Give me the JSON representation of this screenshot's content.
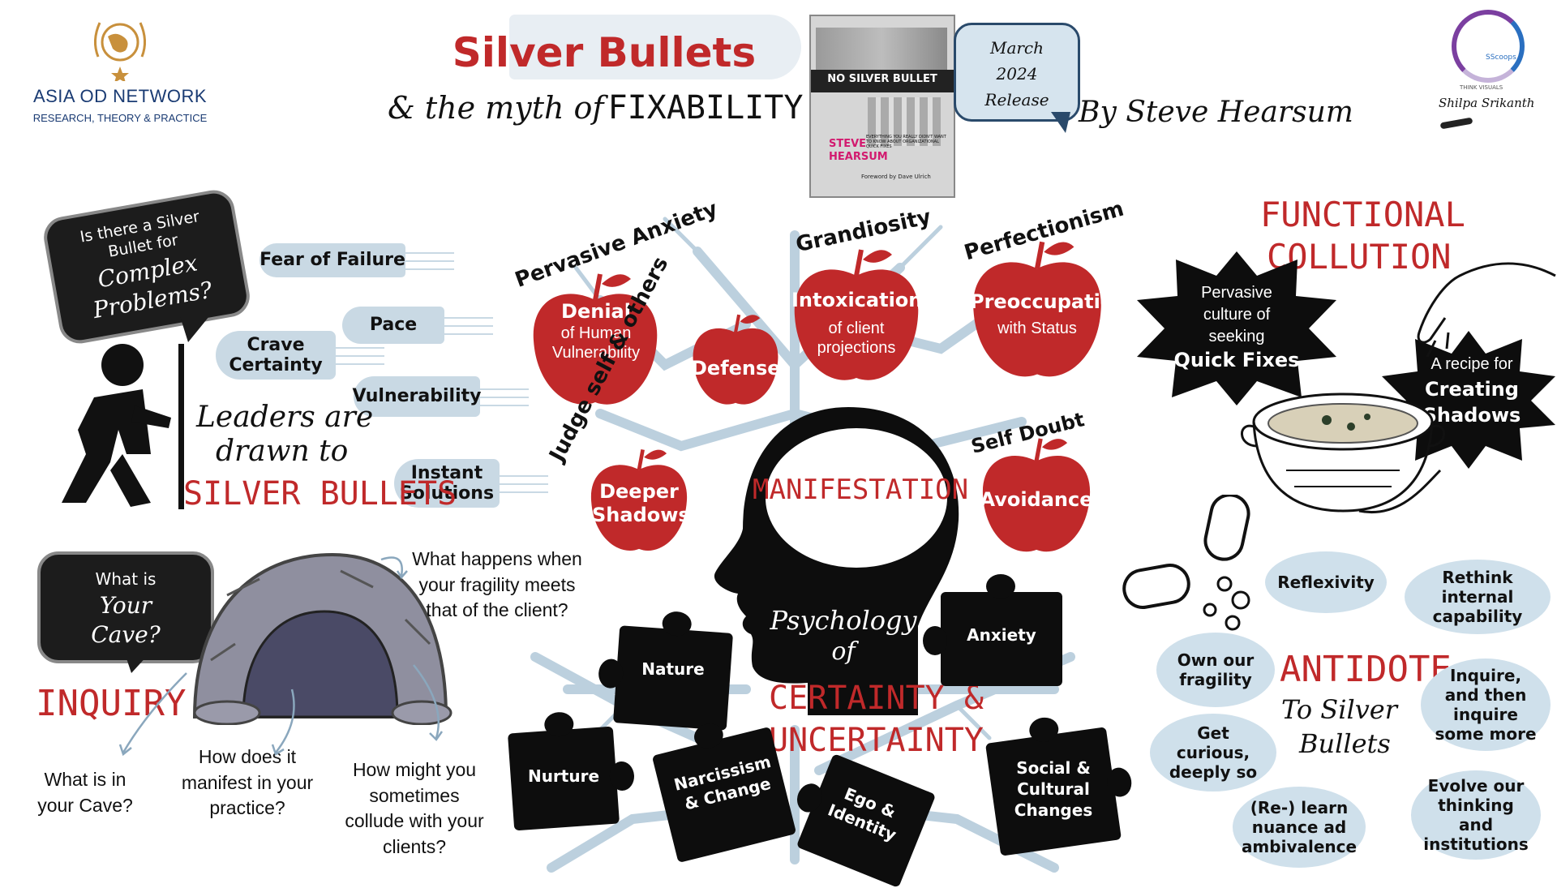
{
  "header": {
    "org_name": "ASIA OD NETWORK",
    "org_tagline": "RESEARCH, THEORY & PRACTICE",
    "title_line1": "Silver Bullets",
    "title_line2_prefix": "& the myth of",
    "title_line2_word": "FIXABILITY",
    "book_title": "NO SILVER BULLET",
    "book_author_line1": "STEVE",
    "book_author_line2": "HEARSUM",
    "book_subtitle": "EVERYTHING YOU REALLY DIDN'T WANT TO KNOW ABOUT ORGANIZATIONAL QUICK FIXES",
    "book_foreword": "Foreword by Dave Ulrich",
    "release_line1": "March",
    "release_line2": "2024",
    "release_line3": "Release",
    "author": "By Steve Hearsum",
    "artist_logo": "SScoops",
    "artist_tag": "THINK VISUALS",
    "artist_name": "Shilpa Srikanth"
  },
  "left": {
    "question_line1": "Is there a Silver",
    "question_line2": "Bullet for",
    "question_line3": "Complex",
    "question_line4": "Problems?",
    "bullets": [
      "Fear of Failure",
      "Pace",
      "Crave Certainty",
      "Vulnerability",
      "Instant Solutions"
    ],
    "leaders_line1": "Leaders are",
    "leaders_line2": "drawn to",
    "leaders_line3": "SILVER BULLETS"
  },
  "tree": {
    "apples": [
      {
        "arc": "Pervasive Anxiety",
        "title": "Denial",
        "sub": "of Human Vulnerability"
      },
      {
        "arc": "",
        "title": "Defense",
        "sub": ""
      },
      {
        "arc": "Grandiosity",
        "title": "Intoxication",
        "sub": "of client projections"
      },
      {
        "arc": "Perfectionism",
        "title": "Preoccupation",
        "sub": "with Status"
      },
      {
        "arc": "Judge self & others",
        "title": "Deeper Shadows",
        "sub": ""
      },
      {
        "arc": "Self Doubt",
        "title": "Avoidance",
        "sub": ""
      }
    ],
    "manifestation": "MANIFESTATION",
    "psychology_line1": "Psychology",
    "psychology_line2": "of",
    "certainty_line1": "CERTAINTY &",
    "certainty_line2": "UNCERTAINTY",
    "puzzles": [
      "Nature",
      "Nurture",
      "Narcissism & Change",
      "Ego & Identity",
      "Anxiety",
      "Social & Cultural Changes"
    ]
  },
  "inquiry": {
    "cave_line1": "What is",
    "cave_line2": "Your",
    "cave_line3": "Cave?",
    "label": "INQUIRY",
    "q1": "What happens when your fragility meets that of the client?",
    "q2": "What is in your Cave?",
    "q3": "How does it manifest in your practice?",
    "q4": "How might you sometimes collude with your clients?"
  },
  "collusion": {
    "title_line1": "FUNCTIONAL",
    "title_line2": "COLLUTION",
    "burst1_line1": "Pervasive",
    "burst1_line2": "culture of",
    "burst1_line3": "seeking",
    "burst1_line4": "Quick Fixes",
    "burst2_line1": "A recipe for",
    "burst2_line2": "Creating",
    "burst2_line3": "Shadows"
  },
  "antidote": {
    "title": "ANTIDOTE",
    "sub_line1": "To Silver",
    "sub_line2": "Bullets",
    "clouds": [
      "Reflexivity",
      "Rethink internal capability",
      "Own our fragility",
      "Inquire, and then inquire some more",
      "Get curious, deeply so",
      "(Re-) learn nuance ad ambivalence",
      "Evolve our thinking and institutions"
    ]
  }
}
